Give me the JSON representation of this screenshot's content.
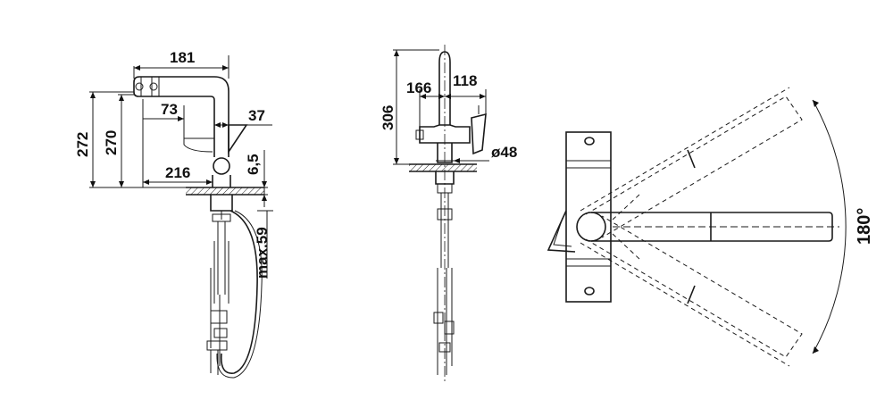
{
  "dimensions": {
    "side_view": {
      "reach_total": "181",
      "height_total": "272",
      "height_outlet": "270",
      "handle_reach": "73",
      "outlet_offset": "37",
      "base_reach": "216",
      "thickness": "6,5",
      "pull_out": "max.59"
    },
    "front_view": {
      "height": "306",
      "width_left": "166",
      "width_right": "118",
      "hole_diameter": "ø48"
    },
    "top_view": {
      "swivel_angle": "180°"
    }
  },
  "colors": {
    "line": "#1a1a1a",
    "background": "#ffffff"
  }
}
